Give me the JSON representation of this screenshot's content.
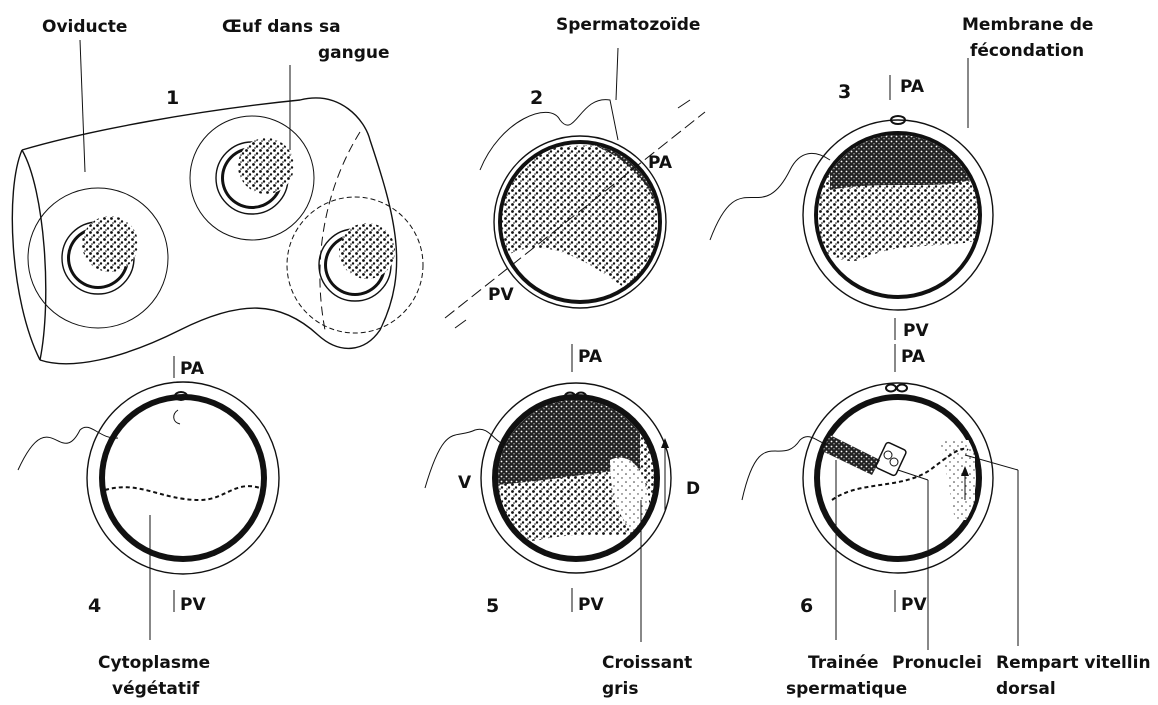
{
  "labels": {
    "oviducte": "Oviducte",
    "oeuf_l1": "Œuf dans sa",
    "oeuf_l2": "gangue",
    "spermatozoide": "Spermatozoïde",
    "membrane_l1": "Membrane de",
    "membrane_l2": "fécondation",
    "cytoplasme_l1": "Cytoplasme",
    "cytoplasme_l2": "végétatif",
    "croissant_l1": "Croissant",
    "croissant_l2": "gris",
    "trainee_l1": "Trainée",
    "trainee_l2": "spermatique",
    "pronuclei": "Pronuclei",
    "rempart_l1": "Rempart vitellin",
    "rempart_l2": "dorsal"
  },
  "stages": {
    "s1": "1",
    "s2": "2",
    "s3": "3",
    "s4": "4",
    "s5": "5",
    "s6": "6"
  },
  "axes": {
    "pa": "PA",
    "pv": "PV",
    "v": "V",
    "d": "D"
  }
}
